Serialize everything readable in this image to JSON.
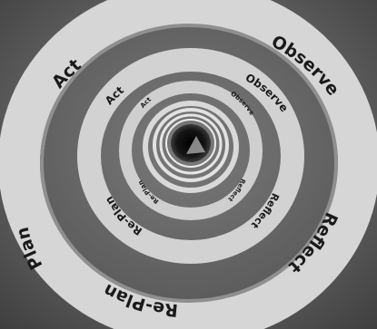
{
  "figure": {
    "rings": [
      {
        "level": "outer",
        "labels": {
          "act": "Act",
          "observe": "Observe",
          "reflect": "Reflect",
          "replan": "Re-Plan",
          "plan": "Plan"
        }
      },
      {
        "level": "second",
        "labels": {
          "act": "Act",
          "observe": "Observe",
          "reflect": "Reflect",
          "replan": "Re-Plan"
        }
      },
      {
        "level": "third",
        "labels": {
          "act": "Act",
          "observe": "Observe",
          "reflect": "Reflect",
          "replan": "Re-Plan"
        }
      }
    ],
    "colors": {
      "background": "#5d5d5d",
      "ring": "#d8d8d8",
      "ring_shadow": "#9a9a9a",
      "center": "#111111",
      "text": "#1a1a1a"
    }
  }
}
